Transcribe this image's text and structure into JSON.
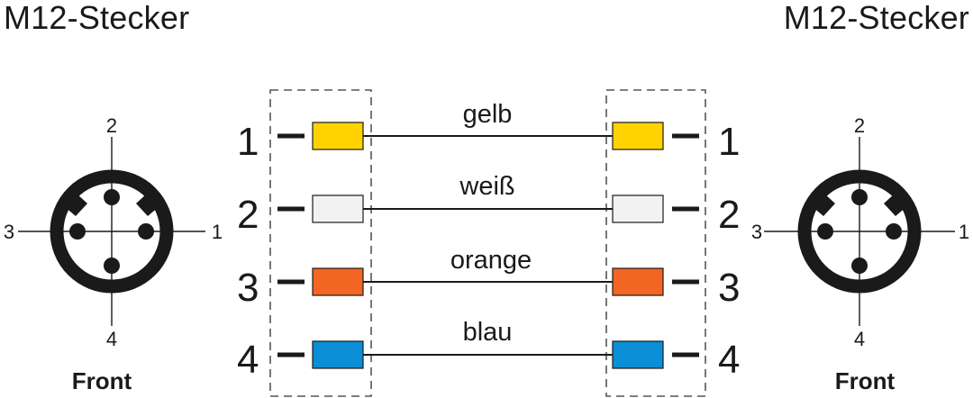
{
  "header": {
    "left_title": "M12-Stecker",
    "right_title": "M12-Stecker"
  },
  "wires": [
    {
      "pin": "1",
      "label": "gelb",
      "color": "#ffd200"
    },
    {
      "pin": "2",
      "label": "weiß",
      "color": "#f2f2f2"
    },
    {
      "pin": "3",
      "label": "orange",
      "color": "#f26522"
    },
    {
      "pin": "4",
      "label": "blau",
      "color": "#0a8fd6"
    }
  ],
  "connectors": {
    "left": {
      "pins": [
        "1",
        "2",
        "3",
        "4"
      ],
      "caption": "Front"
    },
    "right": {
      "pins": [
        "1",
        "2",
        "3",
        "4"
      ],
      "caption": "Front"
    }
  },
  "colors": {
    "ink": "#1a1a1a",
    "dash": "#555555"
  }
}
